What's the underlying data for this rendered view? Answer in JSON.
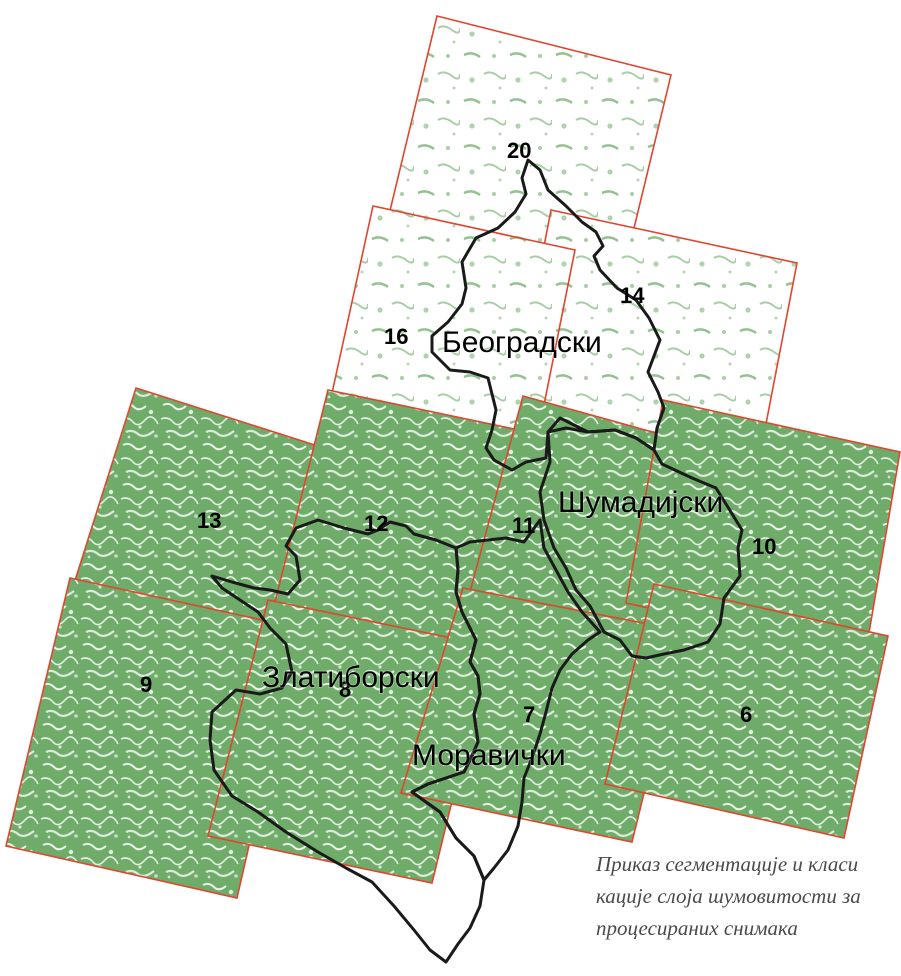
{
  "map": {
    "tile_labels": [
      {
        "id": "20",
        "text": "20"
      },
      {
        "id": "14",
        "text": "14"
      },
      {
        "id": "16",
        "text": "16"
      },
      {
        "id": "13",
        "text": "13"
      },
      {
        "id": "12",
        "text": "12"
      },
      {
        "id": "11",
        "text": "11"
      },
      {
        "id": "10",
        "text": "10"
      },
      {
        "id": "9",
        "text": "9"
      },
      {
        "id": "8",
        "text": "8"
      },
      {
        "id": "7",
        "text": "7"
      },
      {
        "id": "6",
        "text": "6"
      }
    ],
    "districts": [
      {
        "id": "beogradski",
        "name": "Београдски"
      },
      {
        "id": "sumadijski",
        "name": "Шумадијски"
      },
      {
        "id": "zlatiborski",
        "name": "Златиборски"
      },
      {
        "id": "moravicki",
        "name": "Моравички"
      }
    ],
    "colors": {
      "forest": "#6fac6a",
      "tile_border": "#e0462f",
      "district_border": "#1a1a1a"
    }
  },
  "caption": {
    "line1": "Приказ сегментације и класи",
    "line2": "кације слоја шумовитости за",
    "line3": "процесираних снимака"
  }
}
